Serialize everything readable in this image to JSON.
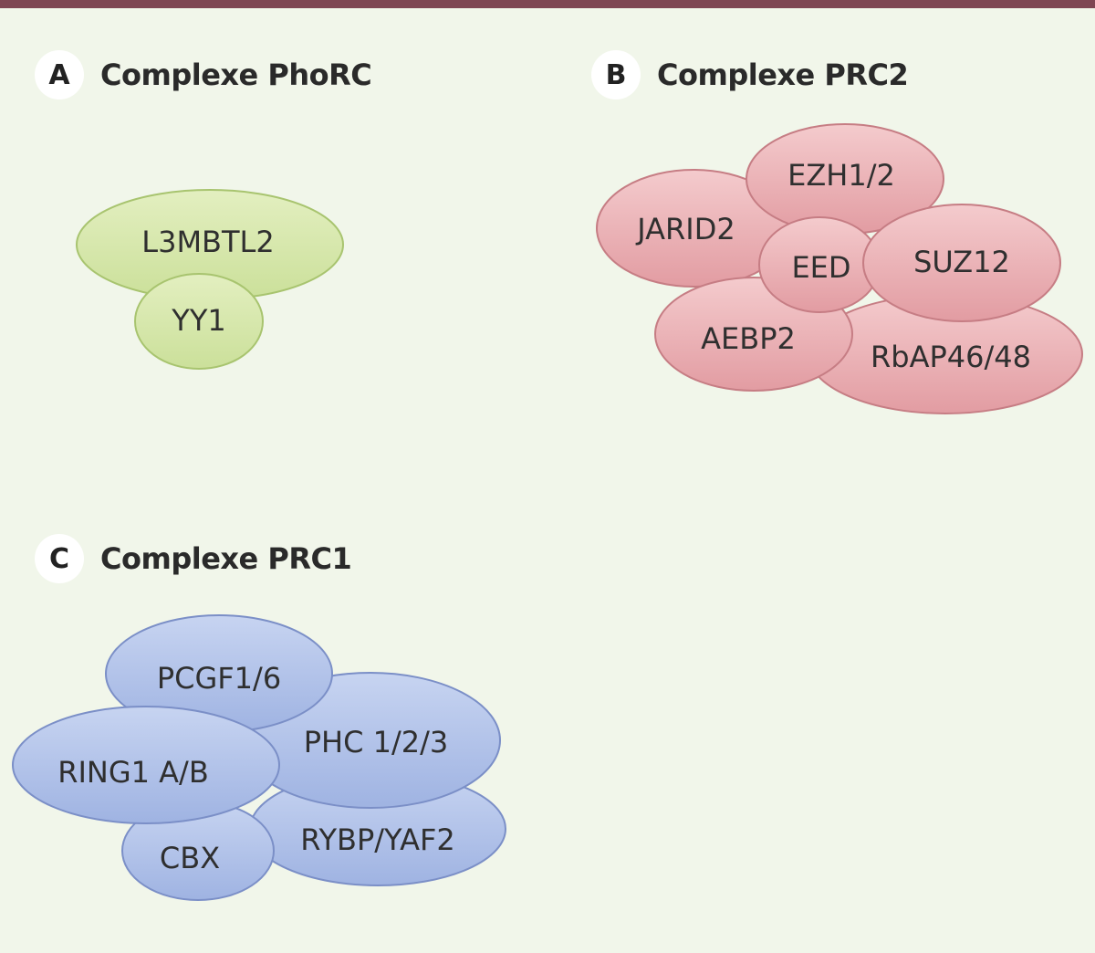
{
  "panels": {
    "a": {
      "letter": "A",
      "title": "Complexe PhoRC",
      "proteins": [
        "L3MBTL2",
        "YY1"
      ]
    },
    "b": {
      "letter": "B",
      "title": "Complexe PRC2",
      "proteins": [
        "JARID2",
        "EZH1/2",
        "EED",
        "SUZ12",
        "AEBP2",
        "RbAP46/48"
      ]
    },
    "c": {
      "letter": "C",
      "title": "Complexe PRC1",
      "proteins": [
        "PCGF1/6",
        "PHC 1/2/3",
        "RING1 A/B",
        "RYBP/YAF2",
        "CBX"
      ]
    }
  },
  "colors": {
    "top_bar": "#7f4653",
    "background": "#f1f6ea",
    "phorc_fill": "#d4e6a5",
    "phorc_stroke": "#a8c46f",
    "prc2_fill": "#e9a9ae",
    "prc2_stroke": "#c67d84",
    "prc1_fill": "#adbfe6",
    "prc1_stroke": "#7b8fc7"
  }
}
